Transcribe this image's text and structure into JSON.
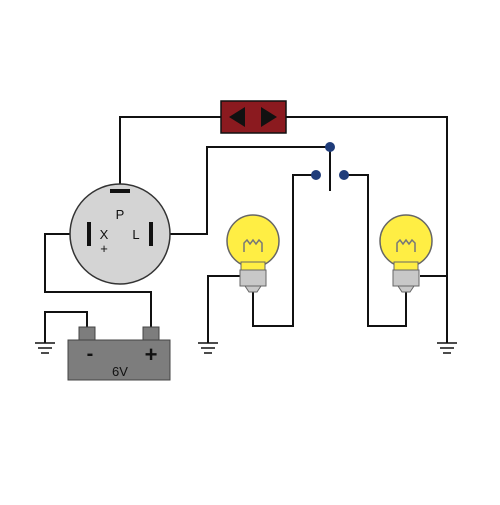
{
  "flasher": {
    "terminal_p": "P",
    "terminal_x": "X",
    "terminal_x_sign": "+",
    "terminal_l": "L"
  },
  "battery": {
    "negative_label": "-",
    "positive_label": "+",
    "voltage_label": "6V"
  },
  "icons": {
    "indicator": "left-right-arrows-icon",
    "lamps": "bulb-icon",
    "grounds": "ground-icon",
    "switch": "switch-icon"
  },
  "colors": {
    "wire": "#111111",
    "flasher_body": "#d4d4d4",
    "indicator_body": "#8b1a1f",
    "battery_body": "#7d7d7d",
    "bulb_glass": "#ffee44",
    "bulb_base": "#c8c8c8",
    "switch_contact": "#1f3c7a"
  }
}
